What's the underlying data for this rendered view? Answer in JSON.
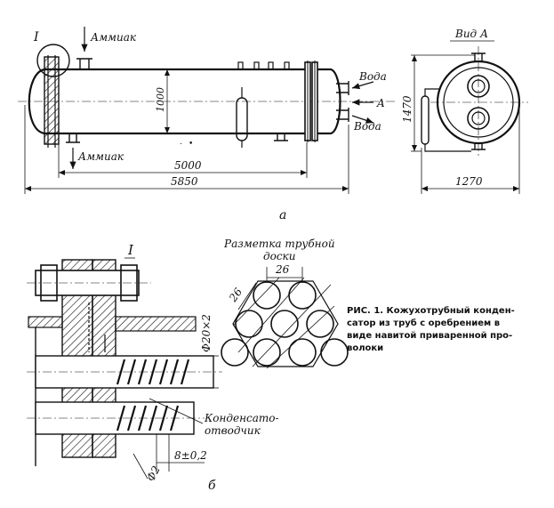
{
  "view_a": {
    "callout": "I",
    "ammonia_top": "Аммиак",
    "ammonia_bottom": "Аммиак",
    "water_top": "Вода",
    "water_bottom": "Вода",
    "arrow_a": "A",
    "dim_diameter": "1000",
    "dim_tube_length": "5000",
    "dim_total_length": "5850",
    "caption": "а"
  },
  "side_view": {
    "title": "Вид А",
    "dim_height": "1470",
    "dim_width": "1270"
  },
  "detail": {
    "title": "I",
    "tube_label": "Ф20×2",
    "drain_label_line1": "Конденсато-",
    "drain_label_line2": "отводчик",
    "wire_label": "Ф2",
    "pitch_label": "8±0,2",
    "caption": "б"
  },
  "tube_sheet": {
    "title_line1": "Разметка трубной",
    "title_line2": "доски",
    "pitch_horizontal": "26",
    "pitch_diagonal": "26"
  },
  "figure_caption": {
    "line1": "РИС. 1. Кожухотрубный конден-",
    "line2": "сатор из труб с оребрением в",
    "line3": "виде навитой приваренной про-",
    "line4": "волоки"
  }
}
